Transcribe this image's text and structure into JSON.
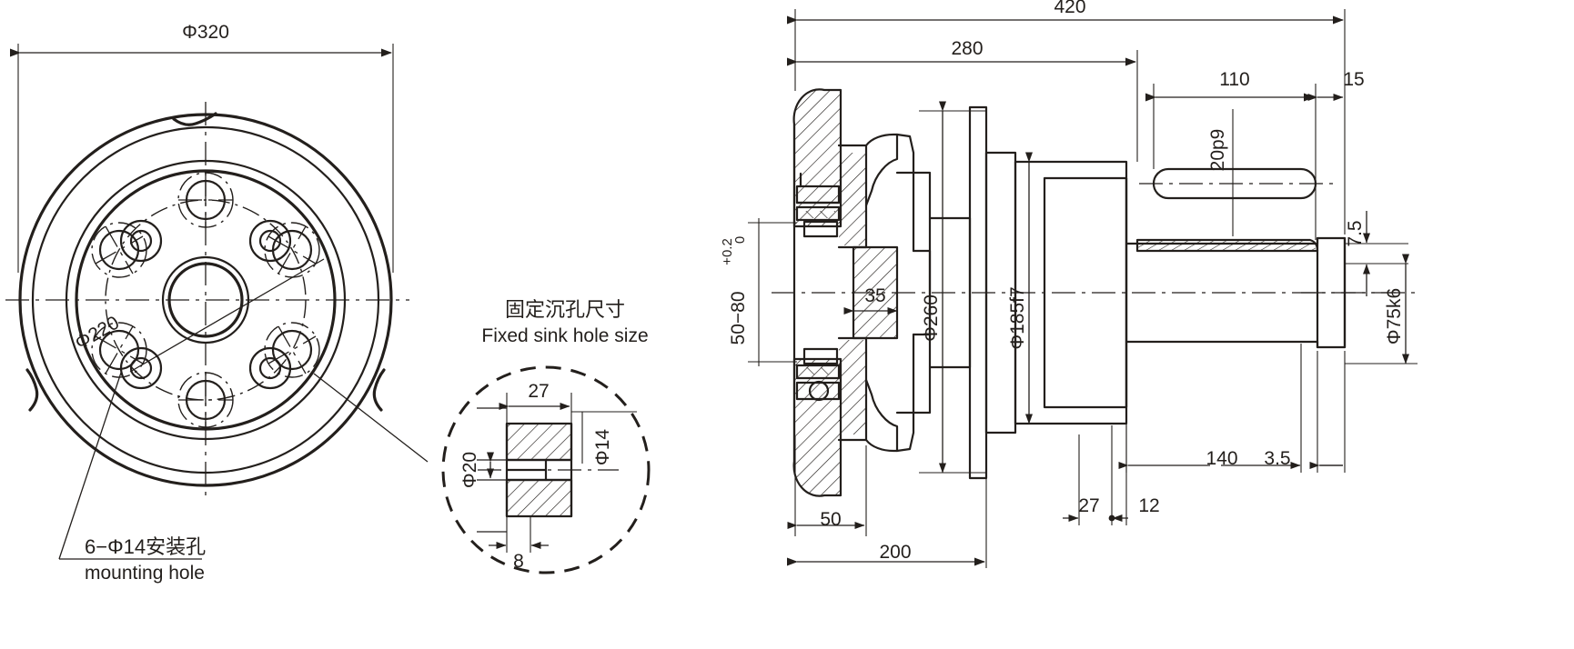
{
  "drawing": {
    "type": "mechanical engineering drawing",
    "subject": "hub motor / planetary reducer output flange assembly",
    "units": "mm"
  },
  "front_view": {
    "name": "front view (flange face)",
    "dimensions": {
      "outer_diameter": "Φ320",
      "bolt_circle_diameter": "Φ220"
    },
    "callout": {
      "chinese": "6−Φ14安装孔",
      "english": "mounting hole"
    }
  },
  "detail_view": {
    "title_cn": "固定沉孔尺寸",
    "title_en": "Fixed sink hole size",
    "dimensions": {
      "width_top": "27",
      "bore": "Φ20",
      "through_hole": "Φ14",
      "depth_bottom": "8"
    }
  },
  "section_view": {
    "name": "section view (side)",
    "top_dimensions": [
      {
        "label": "420"
      },
      {
        "label": "280"
      },
      {
        "label": "110"
      },
      {
        "label": "15"
      }
    ],
    "bottom_dimensions": [
      {
        "label": "50"
      },
      {
        "label": "200"
      },
      {
        "label": "27"
      },
      {
        "label": "12"
      },
      {
        "label": "3.5"
      },
      {
        "label": "140"
      }
    ],
    "vertical_dimensions": [
      {
        "label": "50−80",
        "tolerance_upper": "+0.2",
        "tolerance_lower": "0"
      },
      {
        "label": "Φ260"
      },
      {
        "label": "Φ185f7"
      },
      {
        "label": "Φ75k6"
      },
      {
        "label": "7.5"
      },
      {
        "label": "20p9"
      }
    ],
    "inner_dimensions": [
      {
        "label": "35"
      }
    ]
  }
}
